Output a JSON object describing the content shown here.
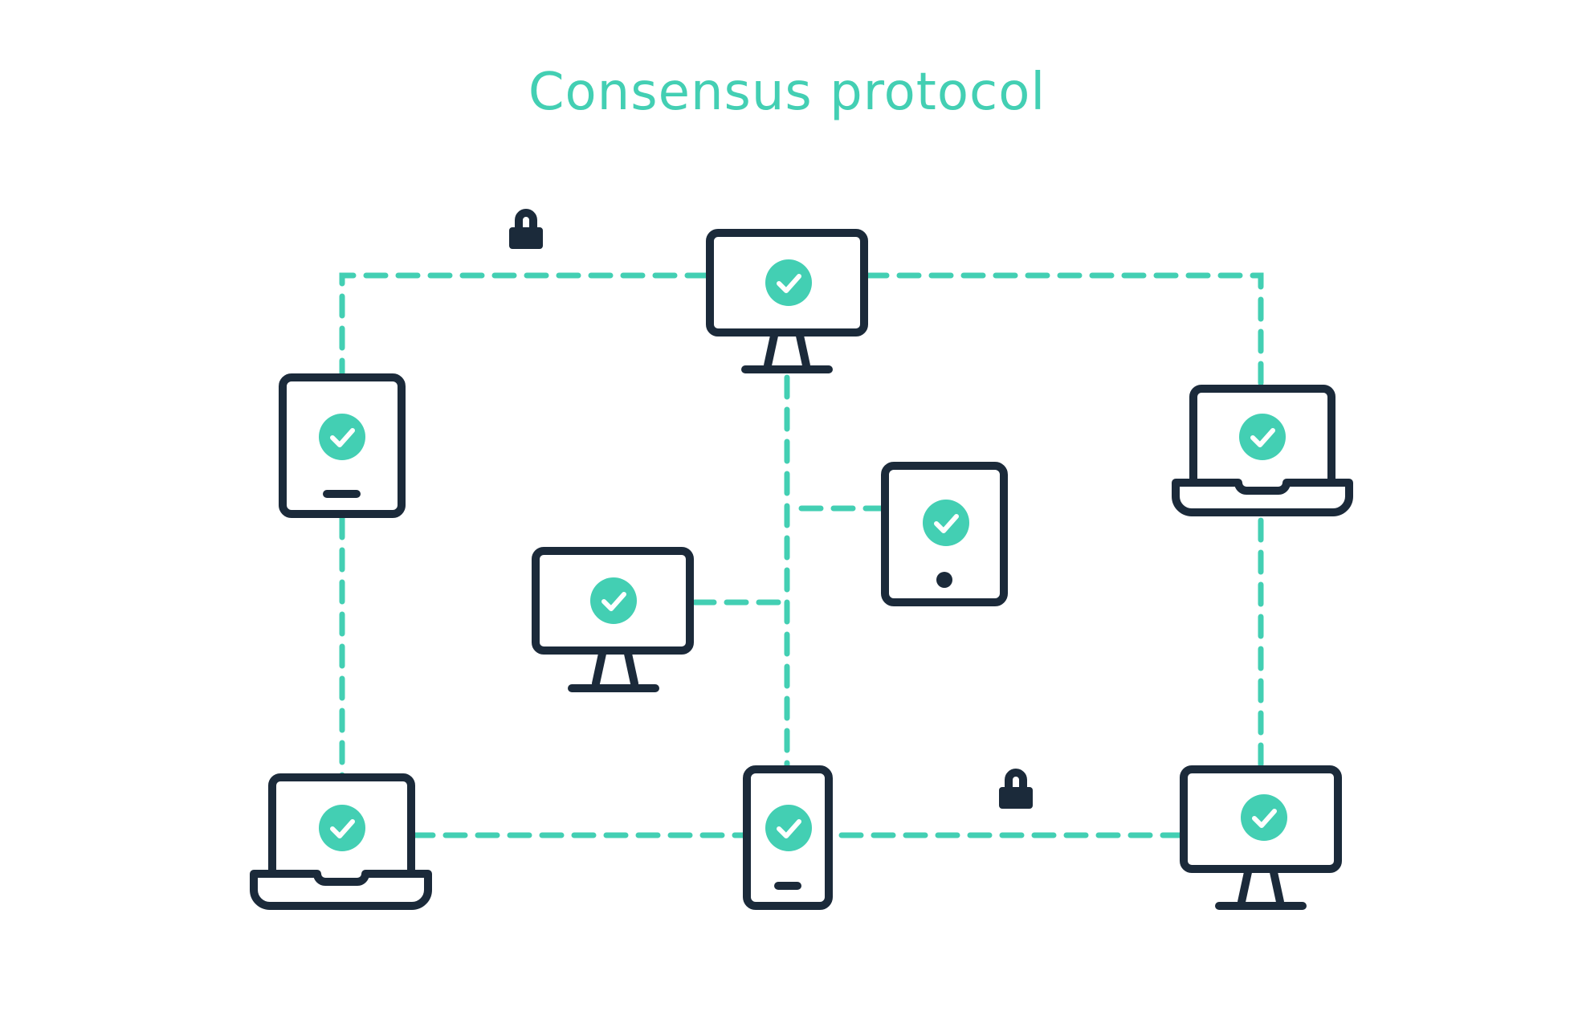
{
  "title": "Consensus protocol",
  "colors": {
    "accent": "#43cfb3",
    "device": "#1b2a3a",
    "background": "#ffffff",
    "check": "#ffffff"
  },
  "nodes": [
    {
      "id": "top-monitor",
      "device": "desktop-monitor",
      "status": "verified",
      "icon": "check-icon"
    },
    {
      "id": "left-tablet",
      "device": "tablet",
      "status": "verified",
      "icon": "check-icon"
    },
    {
      "id": "right-laptop",
      "device": "laptop",
      "status": "verified",
      "icon": "check-icon"
    },
    {
      "id": "center-tablet",
      "device": "tablet",
      "status": "verified",
      "icon": "check-icon"
    },
    {
      "id": "center-monitor",
      "device": "desktop-monitor",
      "status": "verified",
      "icon": "check-icon"
    },
    {
      "id": "bottom-laptop",
      "device": "laptop",
      "status": "verified",
      "icon": "check-icon"
    },
    {
      "id": "bottom-phone",
      "device": "smartphone",
      "status": "verified",
      "icon": "check-icon"
    },
    {
      "id": "bottom-monitor",
      "device": "desktop-monitor",
      "status": "verified",
      "icon": "check-icon"
    }
  ],
  "links": [
    {
      "from": "top-monitor",
      "to": "left-tablet",
      "secured": true
    },
    {
      "from": "top-monitor",
      "to": "right-laptop",
      "secured": false
    },
    {
      "from": "top-monitor",
      "to": "bottom-phone",
      "secured": false
    },
    {
      "from": "center-tablet",
      "to": "bottom-phone",
      "secured": false
    },
    {
      "from": "center-monitor",
      "to": "bottom-phone",
      "secured": false
    },
    {
      "from": "left-tablet",
      "to": "bottom-laptop",
      "secured": false
    },
    {
      "from": "right-laptop",
      "to": "bottom-monitor",
      "secured": false
    },
    {
      "from": "bottom-laptop",
      "to": "bottom-phone",
      "secured": false
    },
    {
      "from": "bottom-phone",
      "to": "bottom-monitor",
      "secured": true
    }
  ],
  "lock_icon": "padlock-icon"
}
